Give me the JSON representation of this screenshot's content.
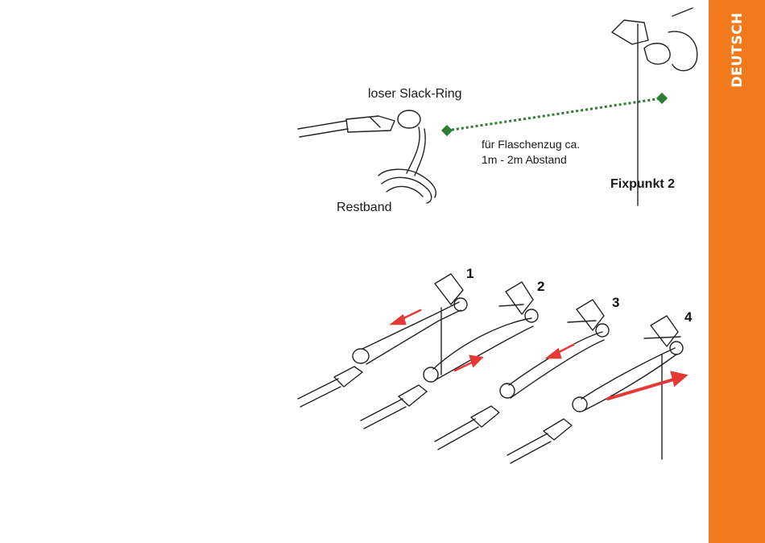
{
  "sidebar": {
    "language": "DEUTSCH",
    "color": "#F27A1D"
  },
  "top_diagram": {
    "ring_label": "loser Slack-Ring",
    "rest_label": "Restband",
    "distance_line1": "für Flaschenzug ca.",
    "distance_line2": "1m - 2m Abstand",
    "anchor_label": "Fixpunkt 2",
    "dotted_line_color": "#2E7D32"
  },
  "steps": [
    "1",
    "2",
    "3",
    "4"
  ],
  "arrow_color": "#E53935"
}
